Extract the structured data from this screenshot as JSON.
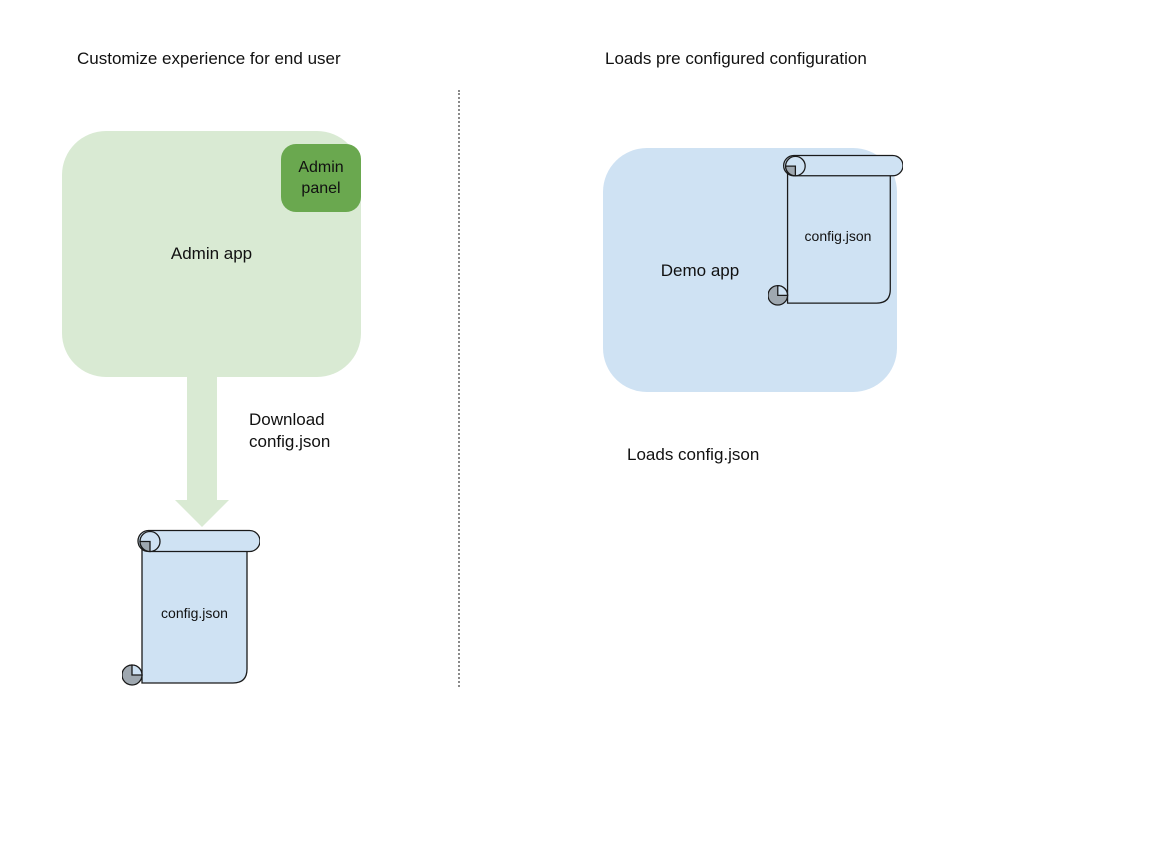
{
  "colors": {
    "canvas_bg": "#ffffff",
    "light_green": "#d9ead3",
    "green": "#6aa84f",
    "light_blue": "#cfe2f3",
    "scroll_curl_gray": "#9fa8b0",
    "outline": "#1a1a1a",
    "divider_gray": "#8a8a8a",
    "text": "#111111"
  },
  "left_panel": {
    "title": "Customize experience for end user",
    "admin_app_label": "Admin app",
    "admin_panel_label": "Admin panel",
    "arrow_caption": "Download\nconfig.json",
    "config_file_label": "config.json"
  },
  "right_panel": {
    "title": "Loads pre configured configuration",
    "demo_app_label": "Demo app",
    "config_file_label": "config.json",
    "caption": "Loads config.json"
  }
}
